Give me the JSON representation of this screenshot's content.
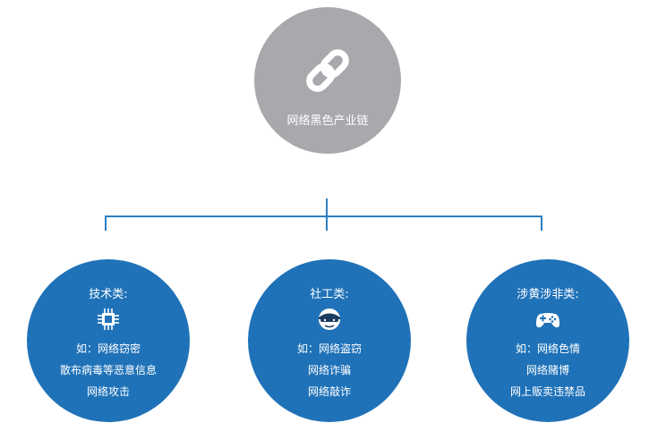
{
  "colors": {
    "root_bg": "#a7a9ac",
    "node_bg": "#1f72b8",
    "connector": "#2e7fc1",
    "text": "#ffffff"
  },
  "root": {
    "label": "网络黑色产业链",
    "icon": "chain-link-icon"
  },
  "categories": [
    {
      "title": "技术类:",
      "icon": "chip-icon",
      "items": [
        "如：网络窃密",
        "散布病毒等恶意信息",
        "网络攻击"
      ]
    },
    {
      "title": "社工类:",
      "icon": "hacker-face-icon",
      "items": [
        "如：网络盗窃",
        "网络诈骗",
        "网络敲诈"
      ]
    },
    {
      "title": "涉黄涉非类:",
      "icon": "gamepad-icon",
      "items": [
        "如：网络色情",
        "网络赌博",
        "网上贩卖违禁品"
      ]
    }
  ]
}
